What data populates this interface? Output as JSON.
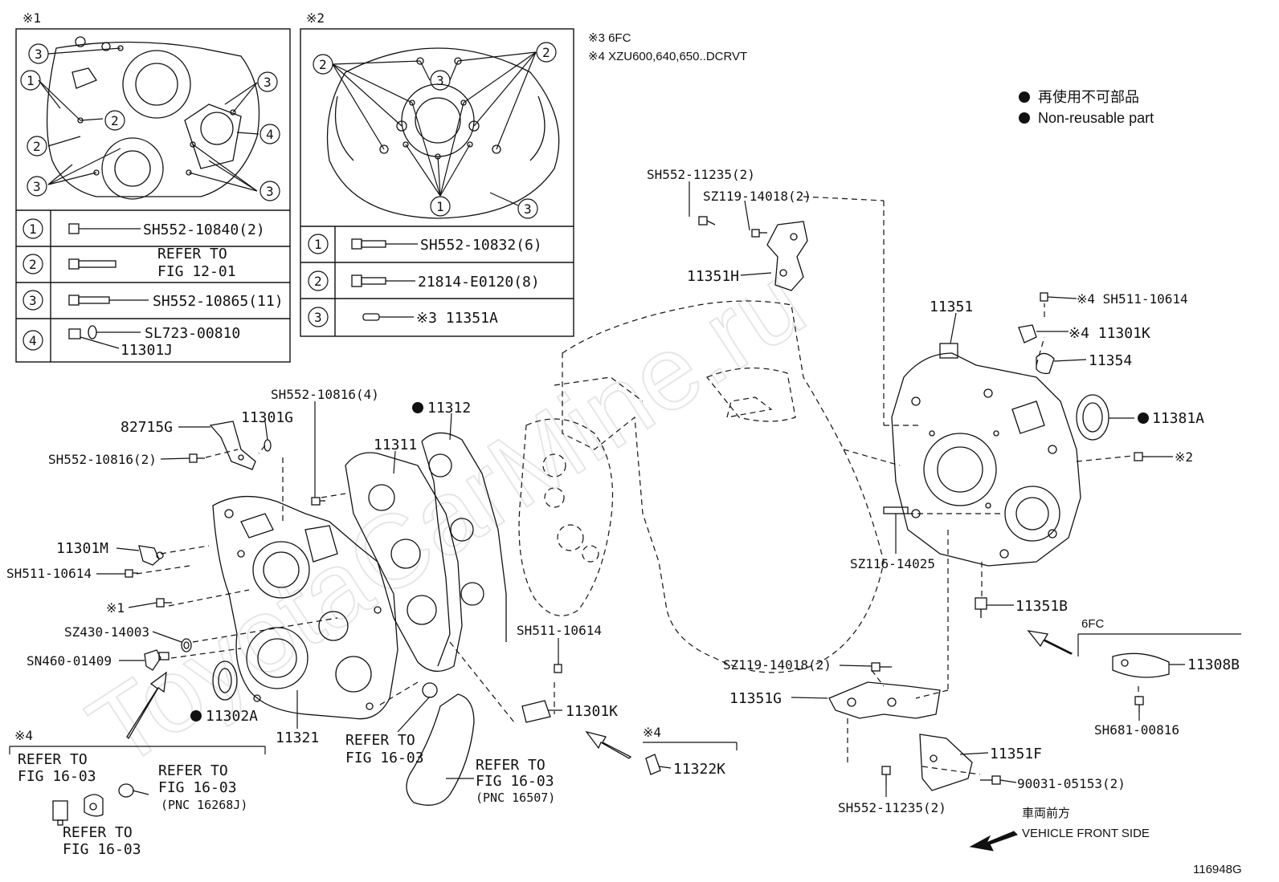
{
  "watermark": "ToyotaCarMine.ru",
  "notes": {
    "n3": "※3 6FC",
    "n4": "※4 XZU600,640,650..DCRVT"
  },
  "legend": {
    "jp": "再使用不可部品",
    "en": "Non-reusable part"
  },
  "inset1": {
    "mark": "※1",
    "rows": [
      {
        "num": "1",
        "label": "SH552-10840(2)"
      },
      {
        "num": "2",
        "label1": "REFER TO",
        "label2": "FIG 12-01"
      },
      {
        "num": "3",
        "label": "SH552-10865(11)"
      },
      {
        "num": "4",
        "label1": "SL723-00810",
        "label2": "11301J"
      }
    ]
  },
  "inset2": {
    "mark": "※2",
    "rows": [
      {
        "num": "1",
        "label": "SH552-10832(6)"
      },
      {
        "num": "2",
        "label": "21814-E0120(8)"
      },
      {
        "num": "3",
        "label": "※3 11351A"
      }
    ]
  },
  "parts": {
    "p82715G": "82715G",
    "p11301G": "11301G",
    "pSH552_10816_4": "SH552-10816(4)",
    "pSH552_10816_2": "SH552-10816(2)",
    "p11312": "11312",
    "p11311": "11311",
    "p11301M": "11301M",
    "pSH511_10614a": "SH511-10614",
    "pX1": "※1",
    "pSZ430": "SZ430-14003",
    "pSN460": "SN460-01409",
    "p11302A": "11302A",
    "p11321": "11321",
    "pRefer1603a1": "REFER TO",
    "pRefer1603a2": "FIG 16-03",
    "pSH511_10614b": "SH511-10614",
    "p11301Kb": "11301K",
    "pX4b": "※4",
    "p11322K": "11322K",
    "pRefer1603b1": "REFER TO",
    "pRefer1603b2": "FIG 16-03",
    "pRefer1603b3": "(PNC 16507)",
    "pX4c": "※4",
    "pRefC1": "REFER TO",
    "pRefC2": "FIG 16-03",
    "pRefD1": "REFER TO",
    "pRefD2": "FIG 16-03",
    "pRefD3": "(PNC 16268J)",
    "pRefE1": "REFER TO",
    "pRefE2": "FIG 16-03",
    "pSH552_11235a": "SH552-11235(2)",
    "pSZ119a": "SZ119-14018(2)",
    "p11351H": "11351H",
    "p11351": "11351",
    "pSH511_10614c": "※4 SH511-10614",
    "p11301Ka": "※4 11301K",
    "p11354": "11354",
    "p11381A": "11381A",
    "pX2": "※2",
    "pSZ116": "SZ116-14025",
    "p11351B": "11351B",
    "p6FC": "6FC",
    "p11308B": "11308B",
    "pSH681": "SH681-00816",
    "pSZ119b": "SZ119-14018(2)",
    "p11351G": "11351G",
    "p11351F": "11351F",
    "p90031": "90031-05153(2)",
    "pSH552_11235b": "SH552-11235(2)",
    "frontJp": "車両前方",
    "frontEn": "VEHICLE FRONT SIDE",
    "figNo": "116948G"
  },
  "colors": {
    "line": "#111111",
    "bg": "#ffffff",
    "watermark": "#e6e6e6"
  }
}
